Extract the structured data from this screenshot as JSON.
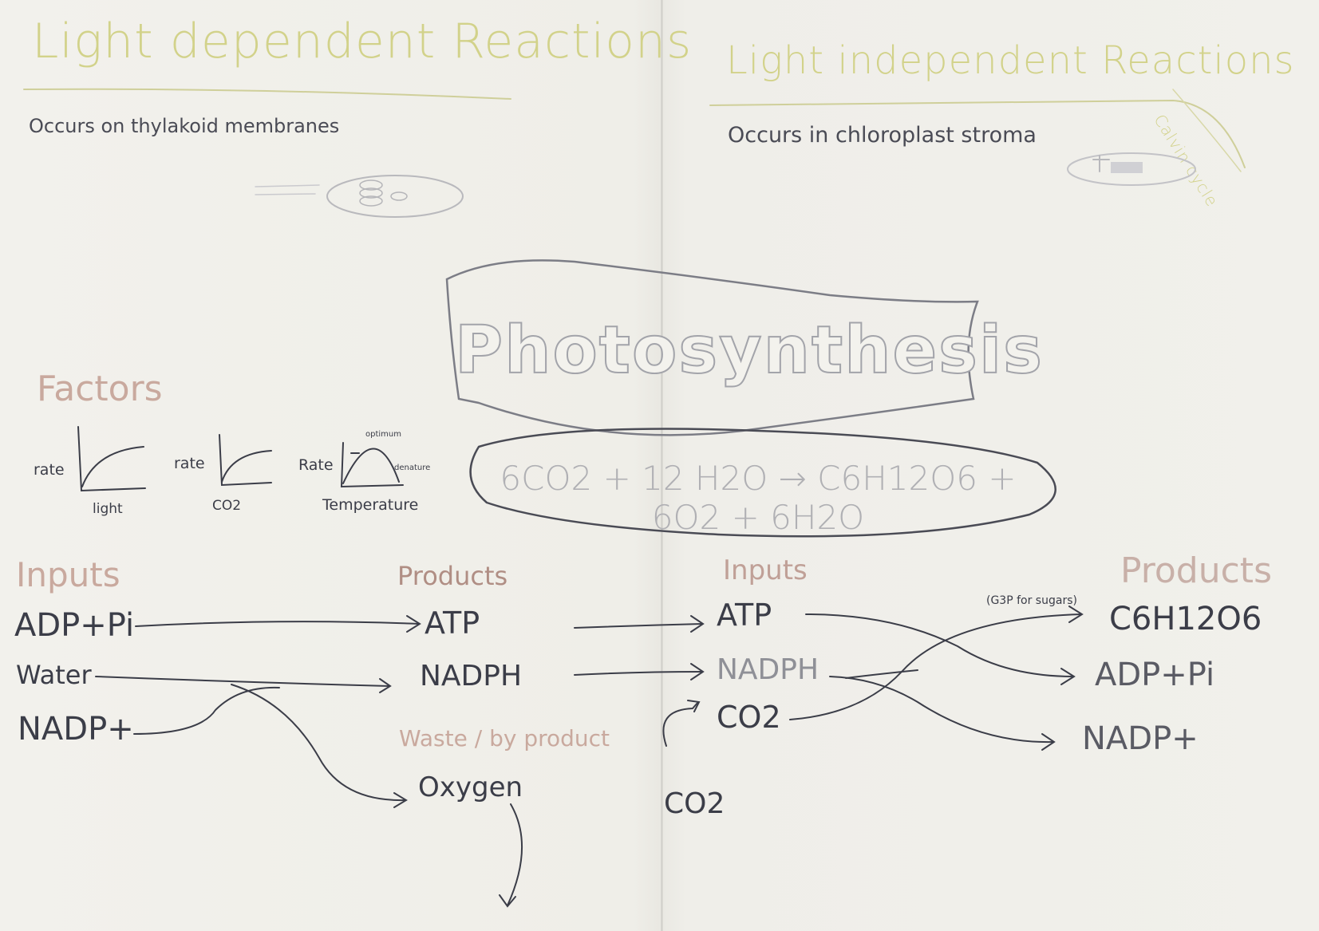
{
  "left_page": {
    "title": "Light dependent Reactions",
    "location": "Occurs on thylakoid membranes",
    "factors": {
      "heading": "Factors",
      "graphs": [
        {
          "ylabel": "rate",
          "xlabel": "light"
        },
        {
          "ylabel": "rate",
          "xlabel": "CO2"
        },
        {
          "ylabel": "Rate",
          "xlabel": "Temperature",
          "peak_label": "optimum",
          "fall_label": "denature"
        }
      ]
    },
    "inputs_heading": "Inputs",
    "inputs": [
      "ADP+Pi",
      "Water",
      "NADP+"
    ],
    "products_heading": "Products",
    "products": [
      "ATP",
      "NADPH"
    ],
    "waste_heading": "Waste / by product",
    "waste": "Oxygen"
  },
  "center": {
    "banner": "Photosynthesis",
    "equation": "6CO2 + 12 H2O → C6H12O6 + 6O2 + 6H2O"
  },
  "right_page": {
    "title": "Light independent Reactions",
    "subtitle": "Calvin cycle",
    "location": "Occurs in chloroplast stroma",
    "inputs_heading": "Inputs",
    "inputs": [
      "ATP",
      "NADPH",
      "CO2"
    ],
    "external_input": "CO2",
    "products_heading": "Products",
    "products": [
      "C6H12O6",
      "ADP+Pi",
      "NADP+"
    ],
    "arrow_note": "(G3P for sugars)"
  },
  "colors": {
    "paper": "#f1f0eb",
    "pen": "#3b3d48",
    "title_yellow": "#d2d28a",
    "heading_red": "#c9a99e"
  }
}
